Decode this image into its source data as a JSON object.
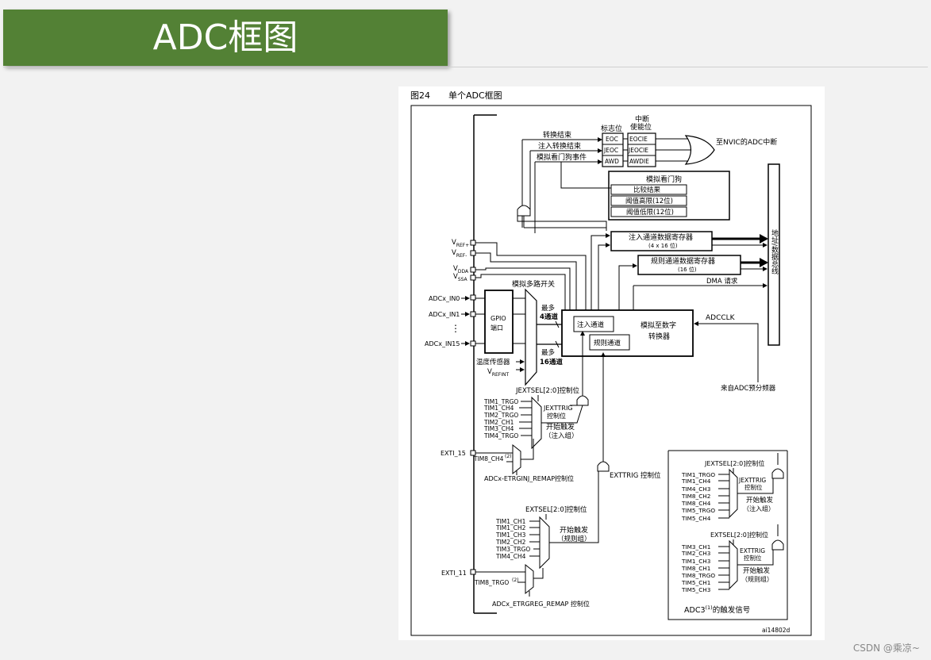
{
  "slide": {
    "title": "ADC框图"
  },
  "figure": {
    "number": "图24",
    "caption": "单个ADC框图",
    "code": "ai14802d"
  },
  "flags": {
    "label": "标志位",
    "items": [
      "EOC",
      "JEOC",
      "AWD"
    ]
  },
  "interrupt_enable": {
    "label_line1": "中断",
    "label_line2": "使能位",
    "items": [
      "EOCIE",
      "JEOCIE",
      "AWDIE"
    ]
  },
  "event_labels": {
    "conv_end": "转换结束",
    "inj_conv_end": "注入转换结束",
    "watchdog_event": "模拟看门狗事件"
  },
  "nvic_out": "至NVIC的ADC中断",
  "watchdog": {
    "title": "模拟看门狗",
    "rows": [
      "比较结果",
      "阈值高限(12位)",
      "阈值低限(12位)"
    ]
  },
  "registers": {
    "injected": {
      "name": "注入通道数据寄存器",
      "size": "(4 x 16 位)"
    },
    "regular": {
      "name": "规则通道数据寄存器",
      "size": "(16 位)"
    }
  },
  "bus_label": "地址/数据总线",
  "dma_label": "DMA 请求",
  "pins": {
    "vref_plus": "V",
    "vref_plus_sub": "REF+",
    "vref_minus": "V",
    "vref_minus_sub": "REF-",
    "vdda": "V",
    "vdda_sub": "DDA",
    "vssa": "V",
    "vssa_sub": "SSA",
    "in0": "ADCx_IN0",
    "in1": "ADCx_IN1",
    "in15": "ADCx_IN15",
    "dots": "⋮"
  },
  "gpio": {
    "line1": "GPIO",
    "line2": "端口"
  },
  "analog_mux": "模拟多路开关",
  "temp_sensor": "温度传感器",
  "vrefint": "V",
  "vrefint_sub": "REFINT",
  "up_to_4": {
    "line1": "最多",
    "line2": "4通道"
  },
  "up_to_16": {
    "line1": "最多",
    "line2": "16通道"
  },
  "converter": {
    "injected": "注入通道",
    "regular": "规则通道",
    "line1": "模拟至数字",
    "line2": "转换器"
  },
  "adcclk": "ADCCLK",
  "adc_prescaler": "来自ADC预分频器",
  "injected_trigger": {
    "select": "JEXTSEL[2:0]控制位",
    "sources": [
      "TIM1_TRGO",
      "TIM1_CH4",
      "TIM2_TRGO",
      "TIM2_CH1",
      "TIM3_CH4",
      "TIM4_TRGO"
    ],
    "enable_line1": "JEXTTRIG",
    "enable_line2": "控制位",
    "start_line1": "开始触发",
    "start_line2": "（注入组）",
    "exti": "EXTI_15",
    "tim8": "TIM8_CH4",
    "tim8_note": "(2)",
    "remap": "ADCx-ETRGINJ_REMAP控制位"
  },
  "regular_trigger": {
    "exttrig": "EXTTRIG 控制位",
    "select": "EXTSEL[2:0]控制位",
    "sources": [
      "TIM1_CH1",
      "TIM1_CH2",
      "TIM1_CH3",
      "TIM2_CH2",
      "TIM3_TRGO",
      "TIM4_CH4"
    ],
    "start_line1": "开始触发",
    "start_line2": "（规则组）",
    "exti": "EXTI_11",
    "tim8": "TIM8_TRGO",
    "tim8_note": "(2)",
    "remap": "ADCx_ETRGREG_REMAP 控制位"
  },
  "adc3": {
    "inj_select": "JEXTSEL[2:0]控制位",
    "inj_sources": [
      "TIM1_TRGO",
      "TIM1_CH4",
      "TIM4_CH3",
      "TIM8_CH2",
      "TIM8_CH4",
      "TIM5_TRGO",
      "TIM5_CH4"
    ],
    "inj_enable_line1": "JEXTTRIG",
    "inj_enable_line2": "控制位",
    "inj_start_line1": "开始触发",
    "inj_start_line2": "（注入组）",
    "reg_select": "EXTSEL[2:0]控制位",
    "reg_sources": [
      "TIM3_CH1",
      "TIM2_CH3",
      "TIM1_CH3",
      "TIM8_CH1",
      "TIM8_TRGO",
      "TIM5_CH1",
      "TIM5_CH3"
    ],
    "reg_enable_line1": "EXTTRIG",
    "reg_enable_line2": "控制位",
    "reg_start_line1": "开始触发",
    "reg_start_line2": "（规则组）",
    "caption": "ADC3",
    "caption_note": "(1)",
    "caption_tail": "的触发信号"
  },
  "watermark": "CSDN @乘凉~"
}
